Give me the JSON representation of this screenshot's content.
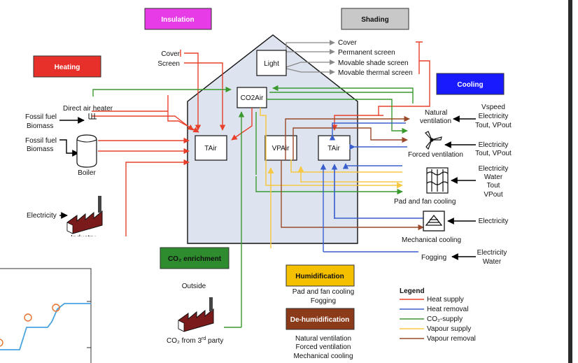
{
  "headers": {
    "insulation": "Insulation",
    "shading": "Shading",
    "heating": "Heating",
    "cooling": "Cooling",
    "co2_enrichment": "CO₂ enrichment",
    "humidification": "Humidification",
    "dehumidification": "De-humidification"
  },
  "nodes": {
    "light": "Light",
    "co2air": "CO2Air",
    "tair_left": "TAir",
    "vpair": "VPAir",
    "tair_right": "TAir"
  },
  "insulation_items": {
    "cover": "Cover",
    "screen": "Screen"
  },
  "shading_items": [
    "Cover",
    "Permanent screen",
    "Movable shade screen",
    "Movable thermal screen"
  ],
  "heating_sources": {
    "direct_air_heater": "Direct air heater",
    "fossil_fuel_1": "Fossil fuel",
    "biomass_1": "Biomass",
    "fossil_fuel_2": "Fossil fuel",
    "biomass_2": "Biomass",
    "boiler": "Boiler",
    "electricity": "Electricity",
    "industry": "Industry"
  },
  "cooling_items": {
    "natural_ventilation_1": "Natural",
    "natural_ventilation_2": "ventilation",
    "nv_inputs": [
      "Vspeed",
      "Electricity",
      "Tout, VPout"
    ],
    "forced_ventilation": "Forced ventilation",
    "fv_inputs": [
      "Electricity",
      "Tout, VPout"
    ],
    "pad_and_fan": "Pad and fan cooling",
    "pf_inputs": [
      "Electricity",
      "Water",
      "Tout",
      "VPout"
    ],
    "mechanical_cooling": "Mechanical cooling",
    "mc_inputs": [
      "Electricity"
    ],
    "fogging": "Fogging",
    "fog_inputs": [
      "Electricity",
      "Water"
    ]
  },
  "co2": {
    "outside": "Outside",
    "third_party_prefix": "CO₂ from 3",
    "third_party_sup": "rd",
    "third_party_suffix": " party"
  },
  "humidification_items": [
    "Pad and fan cooling",
    "Fogging"
  ],
  "dehumidification_items": [
    "Natural ventilation",
    "Forced ventilation",
    "Mechanical cooling"
  ],
  "legend": {
    "title": "Legend",
    "items": [
      {
        "label": "Heat supply",
        "color": "#e8402a"
      },
      {
        "label": "Heat removal",
        "color": "#3a5fcd"
      },
      {
        "label": "CO₂-supply",
        "color": "#3a9a2e"
      },
      {
        "label": "Vapour supply",
        "color": "#f7c843"
      },
      {
        "label": "Vapour removal",
        "color": "#9a4a2a"
      }
    ]
  },
  "colors": {
    "insulation": "#e63be6",
    "shading": "#c8c8c8",
    "heating": "#e8302a",
    "cooling": "#1a1aff",
    "co2_enrichment": "#2e8b2e",
    "humidification": "#f5c000",
    "dehumidification": "#8b3a1a",
    "greenhouse_fill": "#dde3ef",
    "factory": "#7a1a1a"
  }
}
